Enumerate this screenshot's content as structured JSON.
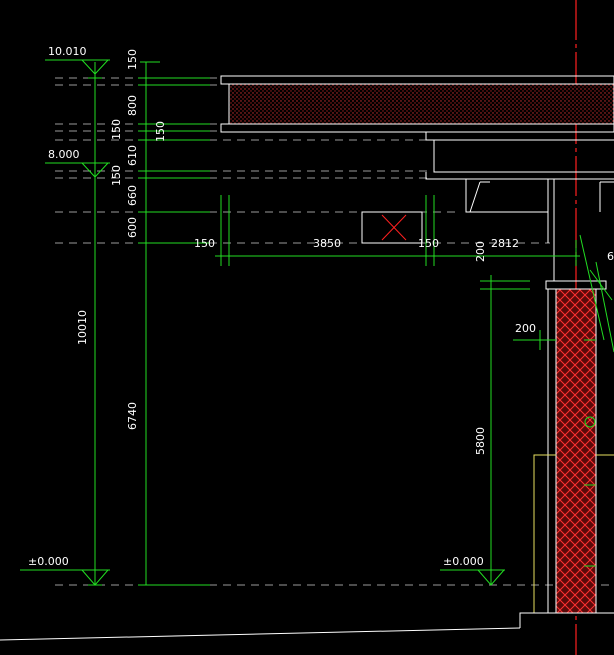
{
  "elevations": {
    "top": "10.010",
    "slab": "8.000",
    "ground_left": "±0.000",
    "ground_right": "±0.000"
  },
  "dims_vertical_left": {
    "d150_top": "150",
    "d800": "800",
    "d150_a": "150",
    "d150_b": "150",
    "d610": "610",
    "d150_c": "150",
    "d660": "660",
    "d600": "600",
    "d6740": "6740",
    "total": "10010"
  },
  "dims_horizontal": {
    "d150_left": "150",
    "d3850": "3850",
    "d150_mid": "150",
    "d2812": "2812",
    "d6_partial": "6"
  },
  "dims_right": {
    "d200_v": "200",
    "d200_h": "200",
    "d5800": "5800"
  },
  "colors": {
    "dimension": "#22dd22",
    "outline": "#ffffff",
    "hatch": "#ff2020",
    "dashed": "#9a9a9a",
    "background": "#000000"
  }
}
